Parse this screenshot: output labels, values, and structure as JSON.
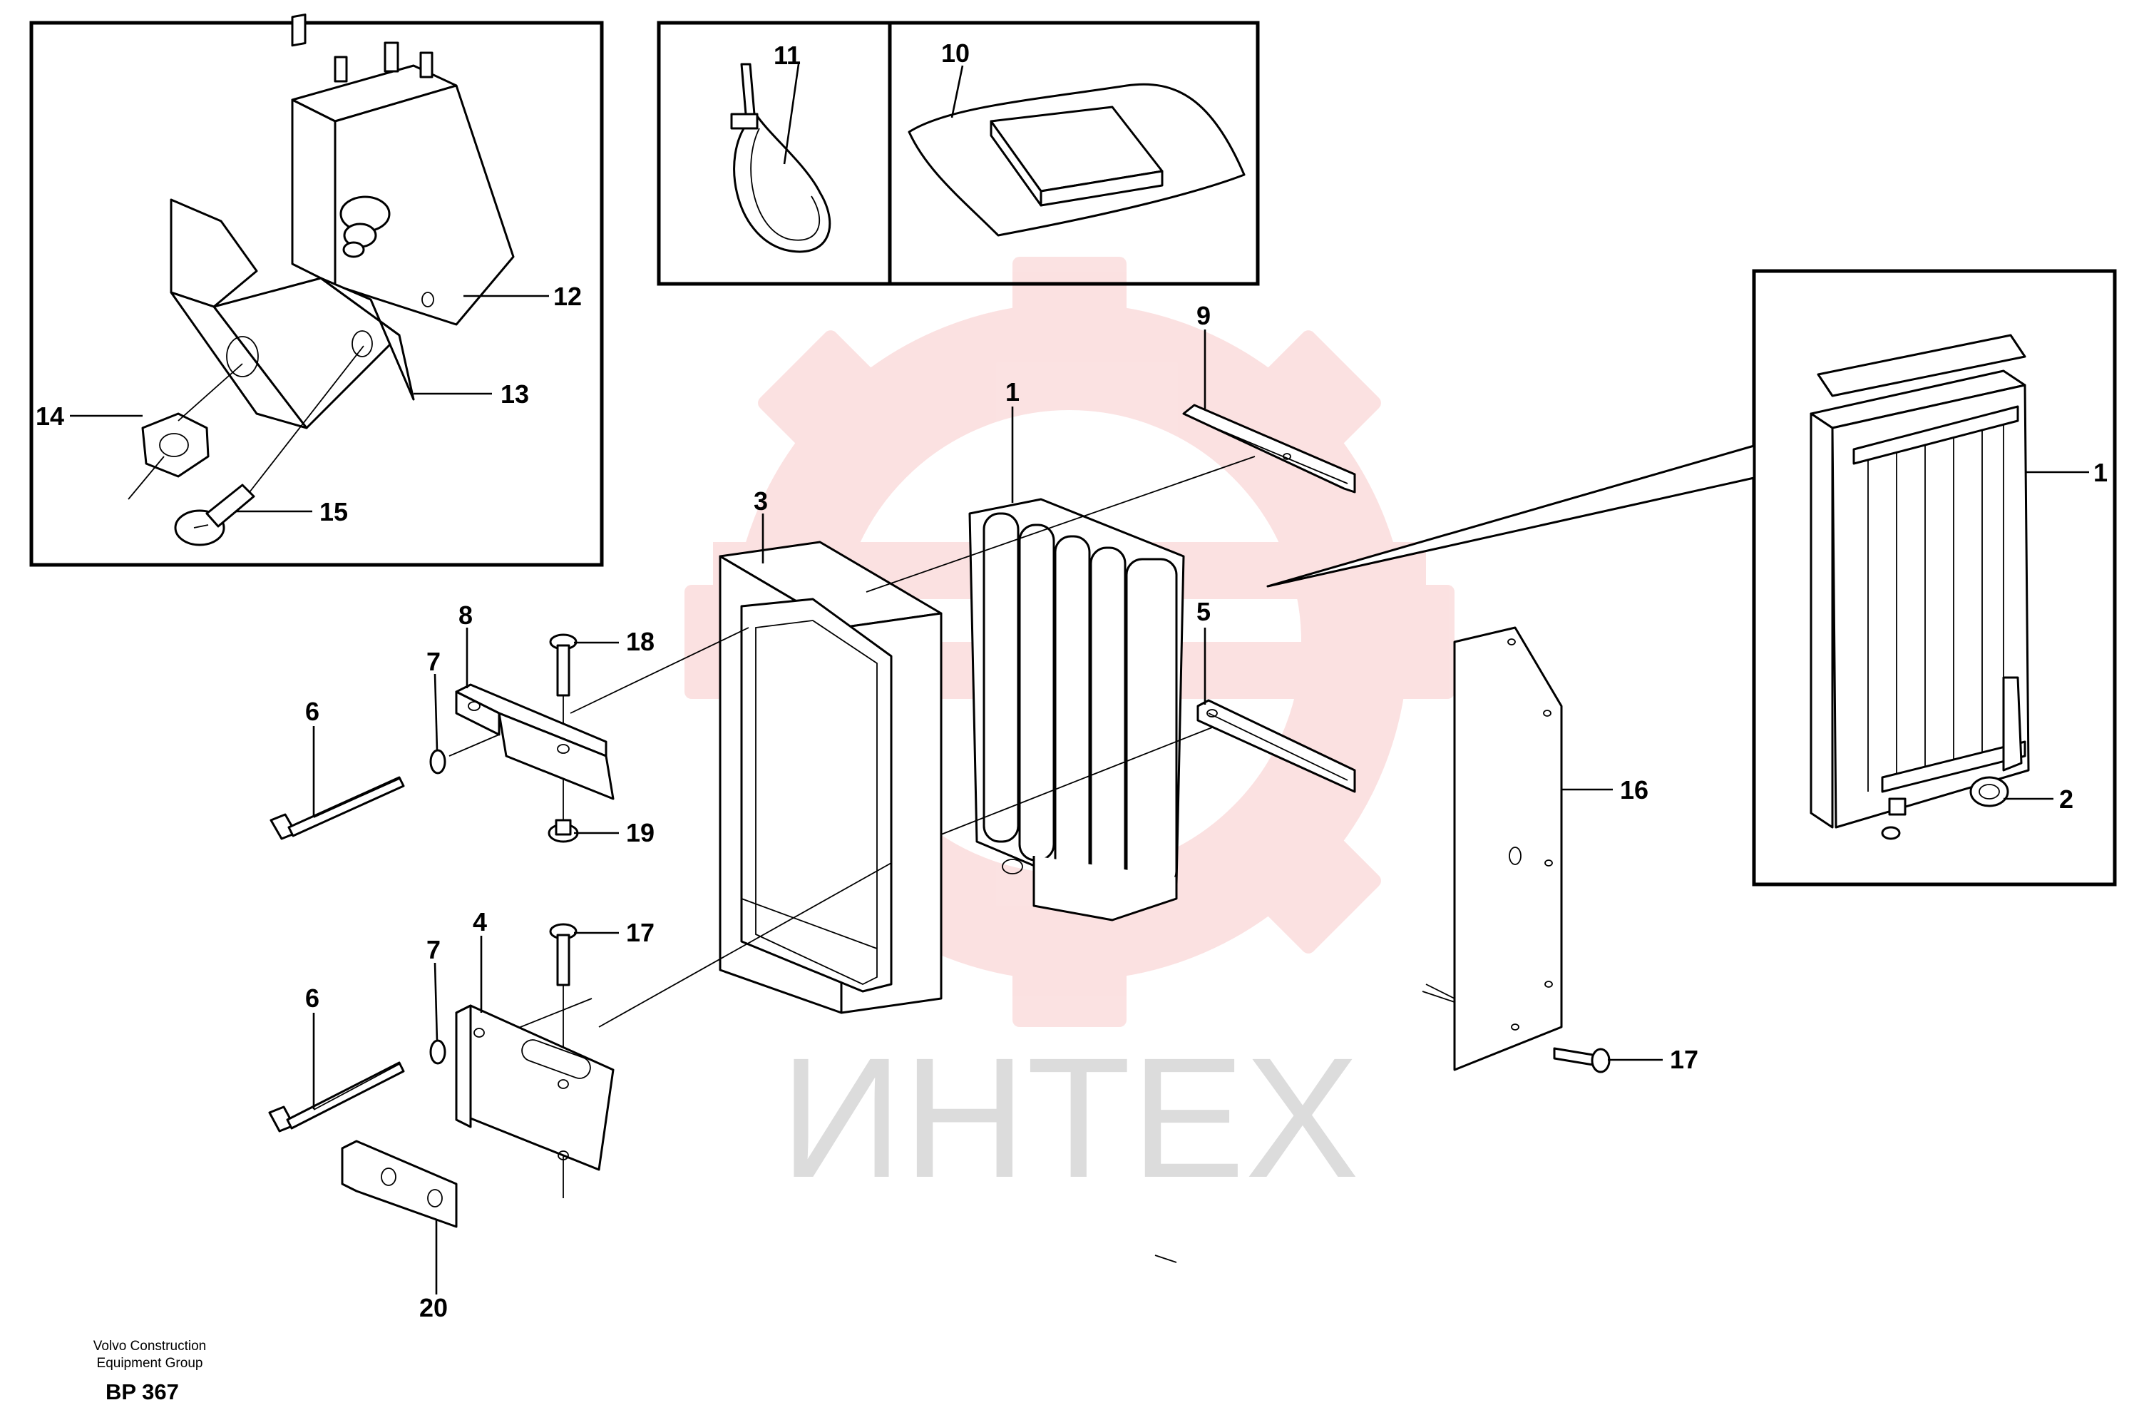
{
  "watermark": {
    "text": "ИНТЕХ",
    "logo_color": "#e84a4a",
    "text_color": "#cfcfcf"
  },
  "callouts": {
    "c1": "1",
    "c1b": "1",
    "c2": "2",
    "c3": "3",
    "c4": "4",
    "c5": "5",
    "c6a": "6",
    "c6b": "6",
    "c7a": "7",
    "c7b": "7",
    "c8": "8",
    "c9": "9",
    "c10": "10",
    "c11": "11",
    "c12": "12",
    "c13": "13",
    "c14": "14",
    "c15": "15",
    "c16": "16",
    "c17a": "17",
    "c17b": "17",
    "c18": "18",
    "c19": "19",
    "c20": "20"
  },
  "footer": {
    "org_line1": "Volvo Construction",
    "org_line2": "Equipment Group",
    "code": "BP 367"
  }
}
